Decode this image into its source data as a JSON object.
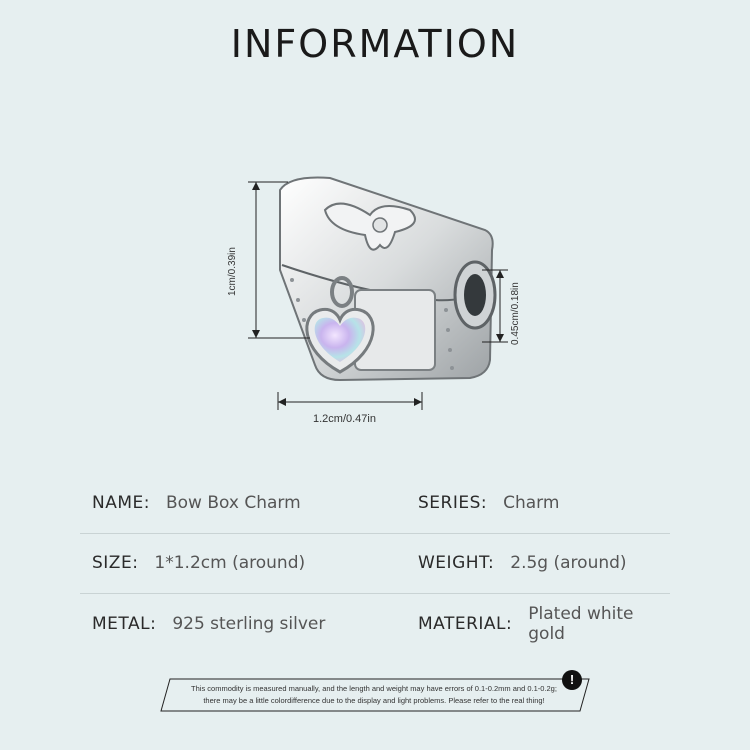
{
  "header": {
    "title": "INFORMATION"
  },
  "product": {
    "dimensions": {
      "width": "1.2cm/0.47in",
      "height": "1cm/0.39in",
      "hole": "0.45cm/0.18in"
    }
  },
  "specs": [
    {
      "left_key": "NAME:",
      "left_value": "Bow Box Charm",
      "right_key": "SERIES:",
      "right_value": "Charm"
    },
    {
      "left_key": "SIZE:",
      "left_value": "1*1.2cm (around)",
      "right_key": "WEIGHT:",
      "right_value": "2.5g (around)"
    },
    {
      "left_key": "METAL:",
      "left_value": "925 sterling silver",
      "right_key": "MATERIAL:",
      "right_value": "Plated white gold"
    }
  ],
  "notice": {
    "line1": "This commodity is measured manually, and the length and weight may have errors of 0.1-0.2mm and 0.1-0.2g;",
    "line2": "there may be a little colordifference due to the display and light problems. Please refer to the real thing!"
  },
  "colors": {
    "background": "#e6eff0",
    "opal": "#d9c6f0"
  }
}
